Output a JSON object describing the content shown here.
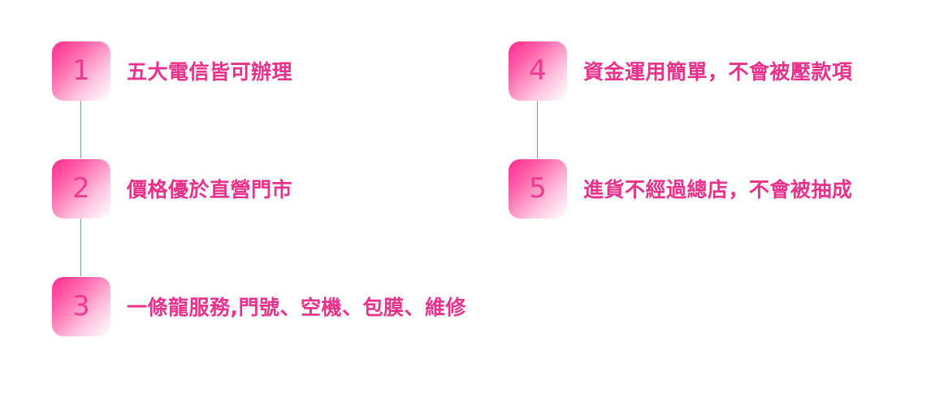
{
  "steps": [
    {
      "number": "1",
      "text": "五大電信皆可辦理"
    },
    {
      "number": "2",
      "text": "價格優於直營門市"
    },
    {
      "number": "3",
      "text": "一條龍服務,門號、空機、包膜、維修"
    },
    {
      "number": "4",
      "text": "資金運用簡單，不會被壓款項"
    },
    {
      "number": "5",
      "text": "進貨不經過總店，不會被抽成"
    }
  ],
  "colors": {
    "accent": "#e8328b",
    "badge_start": "#ff2f8f",
    "connector": "#c07aa0"
  }
}
